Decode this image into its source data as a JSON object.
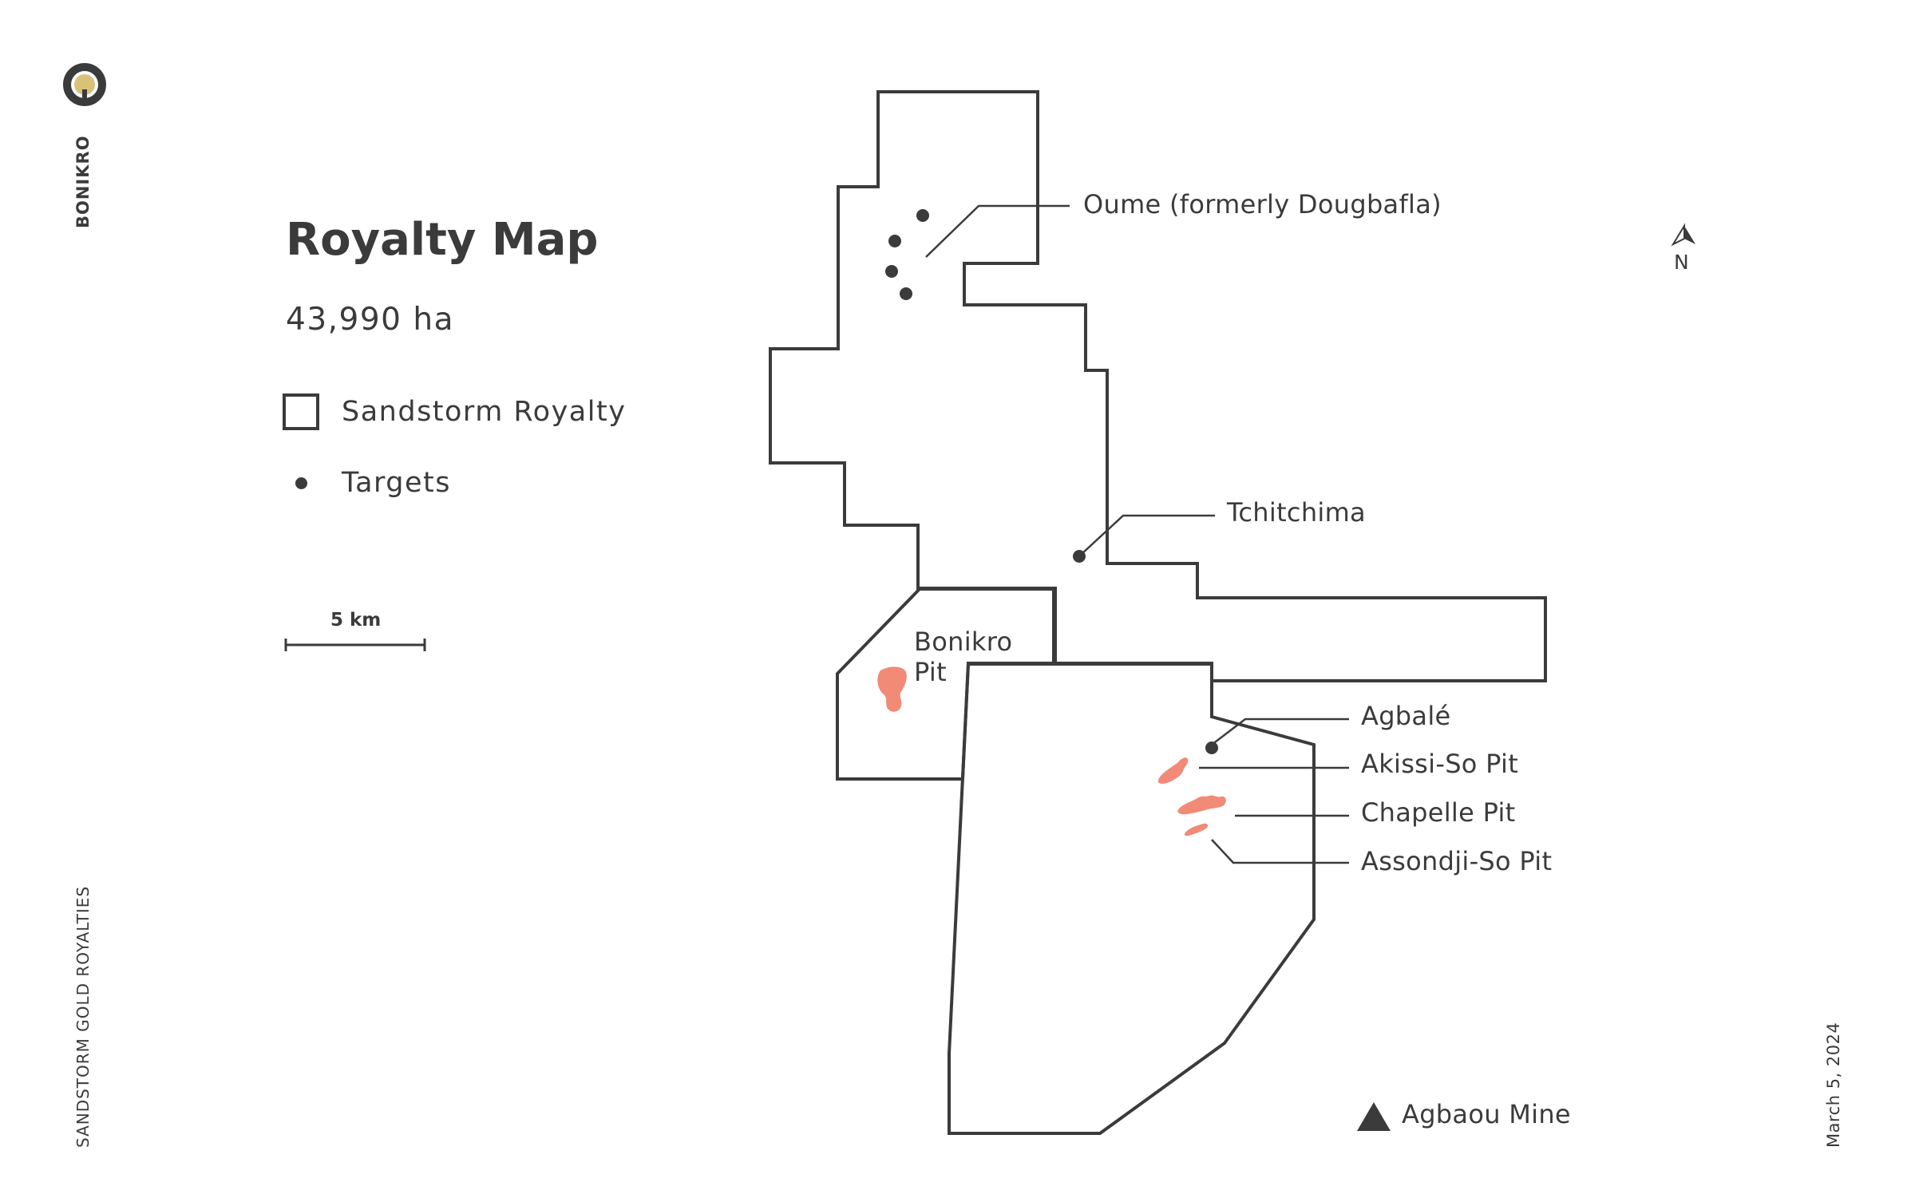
{
  "sidebar": {
    "brand": "BONIKRO",
    "company": "SANDSTORM GOLD ROYALTIES",
    "date": "March 5, 2024",
    "logo_icon": "gold-ring-logo-icon"
  },
  "header": {
    "title": "Royalty Map",
    "area": "43,990 ha"
  },
  "legend": {
    "items": [
      {
        "label": "Sandstorm Royalty",
        "icon": "outline-square-icon"
      },
      {
        "label": "Targets",
        "icon": "dot-icon"
      }
    ]
  },
  "scale": {
    "label": "5 km"
  },
  "north": {
    "label": "N",
    "icon": "north-arrow-icon"
  },
  "map": {
    "labels": {
      "oume": "Oume (formerly Dougbafla)",
      "tchitchima": "Tchitchima",
      "agbale": "Agbalé",
      "akissi": "Akissi-So Pit",
      "chapelle": "Chapelle Pit",
      "assondji": "Assondji-So Pit",
      "bonikro": "Bonikro Pit",
      "agbaou": "Agbaou Mine"
    }
  },
  "colors": {
    "outline": "#3b3b3b",
    "pit": "#f28a78",
    "logo_gold": "#d8c27a",
    "background": "#ffffff"
  }
}
